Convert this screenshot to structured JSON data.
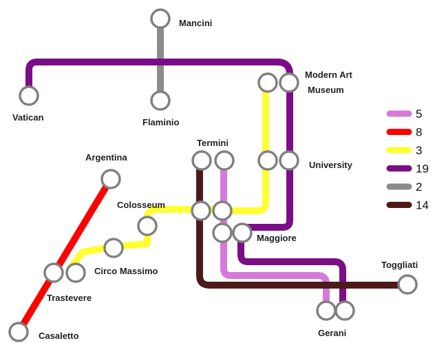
{
  "lines": [
    {
      "id": "5",
      "color": "#d67ad8"
    },
    {
      "id": "8",
      "color": "#ff0000"
    },
    {
      "id": "3",
      "color": "#ffff33"
    },
    {
      "id": "19",
      "color": "#7b0d86"
    },
    {
      "id": "2",
      "color": "#8c8c8c"
    },
    {
      "id": "14",
      "color": "#4d1a1a"
    }
  ],
  "stations": {
    "mancini": "Mancini",
    "vatican": "Vatican",
    "flaminio": "Flaminio",
    "modern_art_museum_line1": "Modern Art",
    "modern_art_museum_line2": "Museum",
    "termini": "Termini",
    "university": "University",
    "argentina": "Argentina",
    "colosseum": "Colosseum",
    "maggiore": "Maggiore",
    "circo_massimo": "Circo Massimo",
    "trastevere": "Trastevere",
    "toggliati": "Toggliati",
    "casaletto": "Casaletto",
    "gerani": "Gerani"
  },
  "legend": [
    {
      "label": "5",
      "color": "#d67ad8"
    },
    {
      "label": "8",
      "color": "#ff0000"
    },
    {
      "label": "3",
      "color": "#ffff33"
    },
    {
      "label": "19",
      "color": "#7b0d86"
    },
    {
      "label": "2",
      "color": "#8c8c8c"
    },
    {
      "label": "14",
      "color": "#4d1a1a"
    }
  ]
}
